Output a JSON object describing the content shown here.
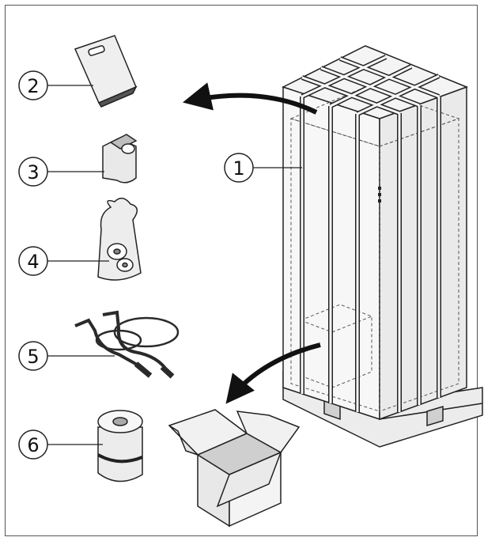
{
  "callouts": [
    {
      "id": "1",
      "label": "1"
    },
    {
      "id": "2",
      "label": "2"
    },
    {
      "id": "3",
      "label": "3"
    },
    {
      "id": "4",
      "label": "4"
    },
    {
      "id": "5",
      "label": "5"
    },
    {
      "id": "6",
      "label": "6"
    }
  ],
  "colors": {
    "line": "#222222",
    "fill_light": "#f2f2f2",
    "fill_mid": "#d9d9d9",
    "fill_dark": "#a8a8a8",
    "hose": "#2a2a2a"
  }
}
